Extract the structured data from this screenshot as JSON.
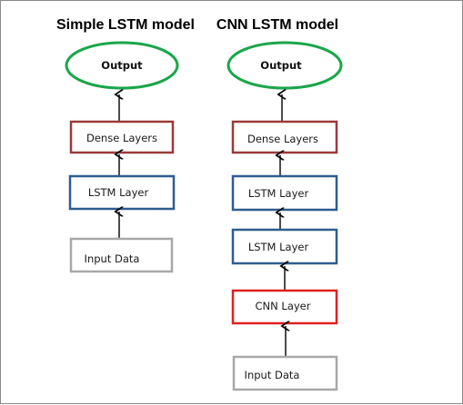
{
  "colors": {
    "output": "#1aa64a",
    "dense": "#9b3a3a",
    "lstm": "#2e5d8e",
    "cnn": "#e02020",
    "input": "#a8a8a8",
    "arrow": "#000000"
  },
  "left": {
    "title": "Simple LSTM model",
    "output": "Output",
    "dense": "Dense Layers",
    "lstm": "LSTM Layer",
    "input": "Input Data"
  },
  "right": {
    "title": "CNN LSTM model",
    "output": "Output",
    "dense": "Dense Layers",
    "lstm1": "LSTM Layer",
    "lstm2": "LSTM Layer",
    "cnn": "CNN Layer",
    "input": "Input Data"
  }
}
